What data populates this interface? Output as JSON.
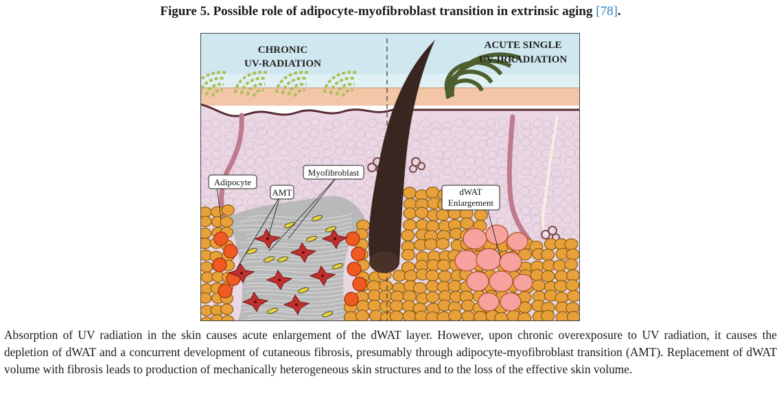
{
  "figure": {
    "title_prefix": "Figure 5. Possible role of adipocyte-myofibroblast transition in extrinsic aging ",
    "title_ref": "[78]",
    "title_suffix": ".",
    "label_chronic_1": "CHRONIC",
    "label_chronic_2": "UV-RADIATION",
    "label_acute_1": "ACUTE SINGLE",
    "label_acute_2": "UV-IRRADIATION",
    "callouts": {
      "adipocyte": "Adipocyte",
      "amt": "AMT",
      "myofibroblast": "Myofibroblast",
      "dwat_1": "dWAT",
      "dwat_2": "Enlargement"
    }
  },
  "caption": "Absorption of UV radiation in the skin causes acute enlargement of the dWAT layer. However, upon chronic overexposure to UV radiation, it causes the depletion of dWAT and a concurrent development of cutaneous fibrosis, presumably through adipocyte-myofibroblast transition (AMT). Replacement of dWAT volume with fibrosis leads to production of mechanically heterogeneous skin structures and to the loss of the effective skin volume.",
  "colors": {
    "sky": "#cfe8ef",
    "epidermis": "#f2c6a6",
    "dermis": "#ead7e3",
    "fat": "#e8a13a",
    "fat_outline": "#8a5a10",
    "fibrosis": "#b9b9b9",
    "myofibroblast": "#c0302e",
    "hair": "#3a2620",
    "uv_chronic": "#a9bf55",
    "uv_acute": "#4f5e2f"
  }
}
